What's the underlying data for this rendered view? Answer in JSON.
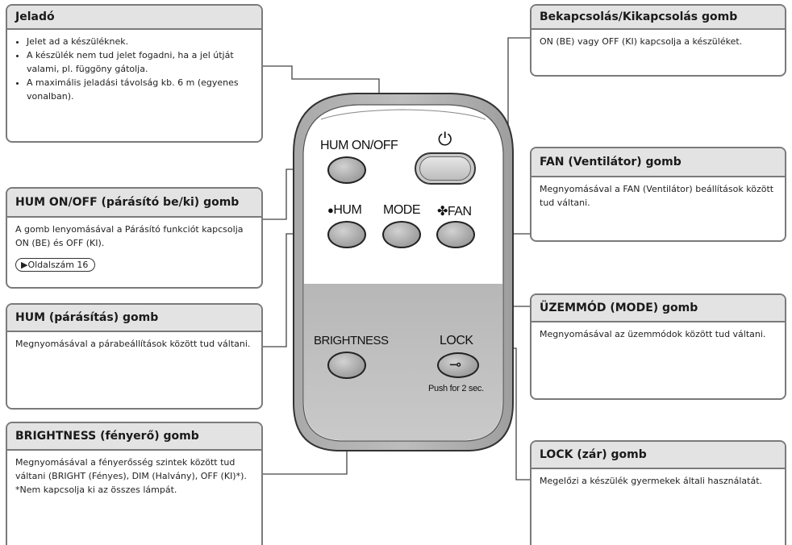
{
  "callouts": {
    "jelado": {
      "title": "Jeladó",
      "bullets": [
        "Jelet ad a készüléknek.",
        "A készülék nem tud jelet fogadni, ha a jel útját valami, pl. függöny gátolja.",
        "A maximális jeladási távolság kb. 6 m (egyenes vonalban)."
      ]
    },
    "hum_onoff": {
      "title": "HUM ON/OFF (párásító be/ki) gomb",
      "text": "A gomb lenyomásával a Párásító funkciót kapcsolja ON (BE) és OFF (KI).",
      "ref": "▶Oldalszám 16"
    },
    "hum": {
      "title": "HUM (párásítás) gomb",
      "text": "Megnyomásával a párabeállítások között tud váltani."
    },
    "brightness": {
      "title": "BRIGHTNESS (fényerő) gomb",
      "text": "Megnyomásával a fényerősség szintek között tud váltani (BRIGHT (Fényes), DIM (Halvány), OFF (KI)*).",
      "note": "*Nem kapcsolja ki az összes lámpát."
    },
    "power": {
      "title": "Bekapcsolás/Kikapcsolás gomb",
      "text": "ON (BE) vagy OFF (KI) kapcsolja a készüléket."
    },
    "fan": {
      "title": "FAN (Ventilátor) gomb",
      "text": "Megnyomásával a FAN (Ventilátor) beállítások között tud váltani."
    },
    "mode": {
      "title": "ÜZEMMÓD (MODE) gomb",
      "text": "Megnyomásával az üzemmódok között tud váltani."
    },
    "lock": {
      "title": "LOCK (zár) gomb",
      "text": "Megelőzi a készülék gyermekek általi használatát."
    }
  },
  "remote": {
    "hum_onoff_label": "HUM ON/OFF",
    "power_symbol": "⏻",
    "hum_label": "HUM",
    "hum_icon": "●",
    "mode_label": "MODE",
    "fan_label": "FAN",
    "fan_icon": "✤",
    "brightness_label": "BRIGHTNESS",
    "lock_label": "LOCK",
    "lock_hint": "Push for 2 sec.",
    "key_icon": "⊸"
  }
}
